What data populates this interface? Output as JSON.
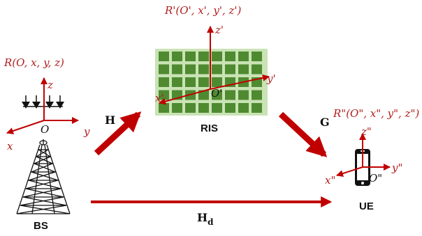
{
  "colors": {
    "accent": "#c00000",
    "ris_background": "#c9e3b4",
    "ris_element": "#4f8a31"
  },
  "bs": {
    "frame_label": "R(O, x, y, z)",
    "axis_x": "x",
    "axis_y": "y",
    "axis_z": "z",
    "origin": "O",
    "name": "BS"
  },
  "ris": {
    "frame_label": "R'(O', x', y', z')",
    "axis_x": "x'",
    "axis_y": "y'",
    "axis_z": "z'",
    "origin": "O'",
    "name": "RIS"
  },
  "ue": {
    "frame_label": "R\"(O\", x\", y\", z\")",
    "axis_x": "x\"",
    "axis_y": "y\"",
    "axis_z": "z\"",
    "origin": "O\"",
    "name": "UE"
  },
  "channels": {
    "bs_to_ris": "H",
    "ris_to_ue": "G",
    "direct_main": "H",
    "direct_sub": "d"
  }
}
